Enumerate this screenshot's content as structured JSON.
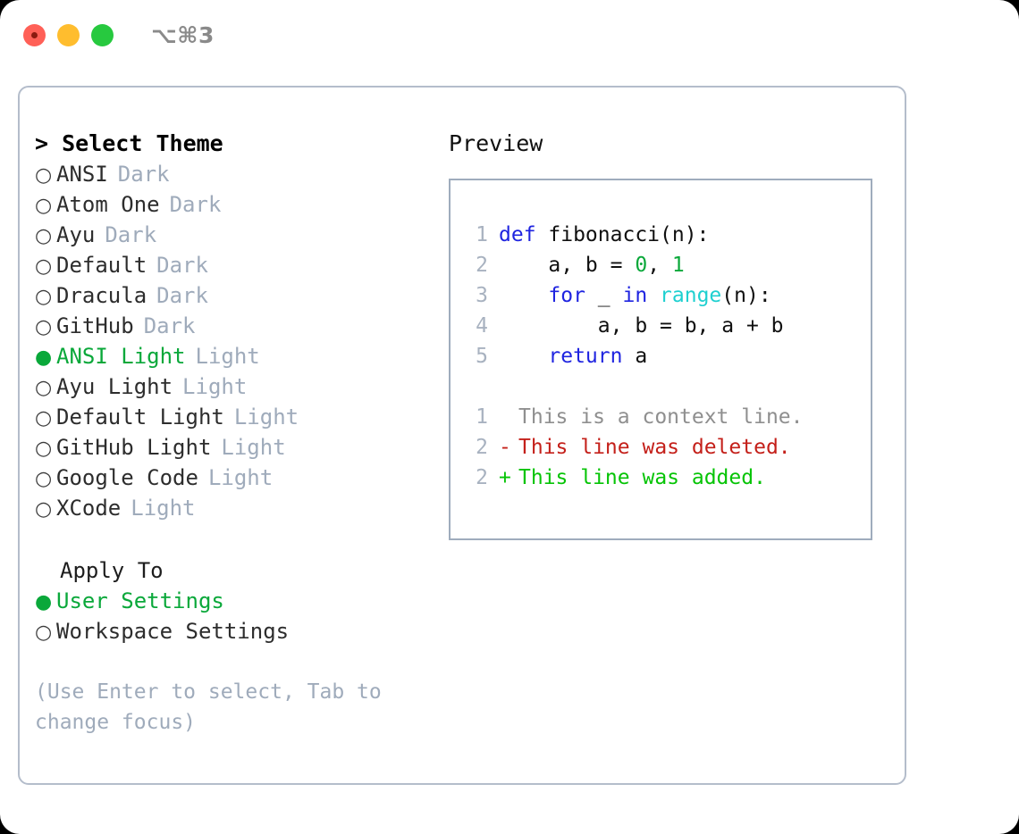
{
  "titlebar": {
    "shortcut": "⌥⌘3",
    "buttons": [
      "close",
      "minimize",
      "maximize"
    ]
  },
  "theme_panel": {
    "heading": "> Select Theme",
    "bullet_on": "●",
    "bullet_off": "○",
    "items": [
      {
        "label": "ANSI",
        "variant": "Dark",
        "selected": false
      },
      {
        "label": "Atom One",
        "variant": "Dark",
        "selected": false
      },
      {
        "label": "Ayu",
        "variant": "Dark",
        "selected": false
      },
      {
        "label": "Default",
        "variant": "Dark",
        "selected": false
      },
      {
        "label": "Dracula",
        "variant": "Dark",
        "selected": false
      },
      {
        "label": "GitHub",
        "variant": "Dark",
        "selected": false
      },
      {
        "label": "ANSI Light",
        "variant": "Light",
        "selected": true
      },
      {
        "label": "Ayu Light",
        "variant": "Light",
        "selected": false
      },
      {
        "label": "Default Light",
        "variant": "Light",
        "selected": false
      },
      {
        "label": "GitHub Light",
        "variant": "Light",
        "selected": false
      },
      {
        "label": "Google Code",
        "variant": "Light",
        "selected": false
      },
      {
        "label": "XCode",
        "variant": "Light",
        "selected": false
      }
    ]
  },
  "apply_to": {
    "heading": "Apply To",
    "items": [
      {
        "label": "User Settings",
        "selected": true
      },
      {
        "label": "Workspace Settings",
        "selected": false
      }
    ]
  },
  "hint": "(Use Enter to select, Tab to change focus)",
  "preview": {
    "title": "Preview",
    "code_lines": [
      {
        "number": "1",
        "tokens": [
          {
            "t": "def",
            "c": "kw"
          },
          {
            "t": " fibonacci(n):",
            "c": "pl"
          }
        ]
      },
      {
        "number": "2",
        "tokens": [
          {
            "t": "    a, b = ",
            "c": "pl"
          },
          {
            "t": "0",
            "c": "num"
          },
          {
            "t": ", ",
            "c": "pl"
          },
          {
            "t": "1",
            "c": "num"
          }
        ]
      },
      {
        "number": "3",
        "tokens": [
          {
            "t": "    ",
            "c": "pl"
          },
          {
            "t": "for",
            "c": "kw"
          },
          {
            "t": " _ ",
            "c": "pl"
          },
          {
            "t": "in",
            "c": "kw"
          },
          {
            "t": " ",
            "c": "pl"
          },
          {
            "t": "range",
            "c": "fn"
          },
          {
            "t": "(n):",
            "c": "pl"
          }
        ]
      },
      {
        "number": "4",
        "tokens": [
          {
            "t": "        a, b = b, a + b",
            "c": "pl"
          }
        ]
      },
      {
        "number": "5",
        "tokens": [
          {
            "t": "    ",
            "c": "pl"
          },
          {
            "t": "return",
            "c": "kw"
          },
          {
            "t": " a",
            "c": "pl"
          }
        ]
      }
    ],
    "diff_lines": [
      {
        "number": "1",
        "sign": " ",
        "text": "This is a context line.",
        "kind": "ctx"
      },
      {
        "number": "2",
        "sign": "-",
        "text": "This line was deleted.",
        "kind": "del"
      },
      {
        "number": "2",
        "sign": "+",
        "text": "This line was added.",
        "kind": "add"
      }
    ]
  },
  "colors": {
    "accent_green": "#0aa83a",
    "muted_gray": "#9fabbb",
    "keyword_blue": "#1f24e0",
    "function_cyan": "#1fd0d0",
    "number_green": "#0aa83a",
    "diff_delete_red": "#c4201a",
    "diff_add_green": "#06c406",
    "border": "#b4bdcb",
    "preview_border": "#9facbd",
    "gutter": "#a8b2c0",
    "traffic_close": "#ff6057",
    "traffic_min": "#ffbd2e",
    "traffic_max": "#27c93f"
  }
}
